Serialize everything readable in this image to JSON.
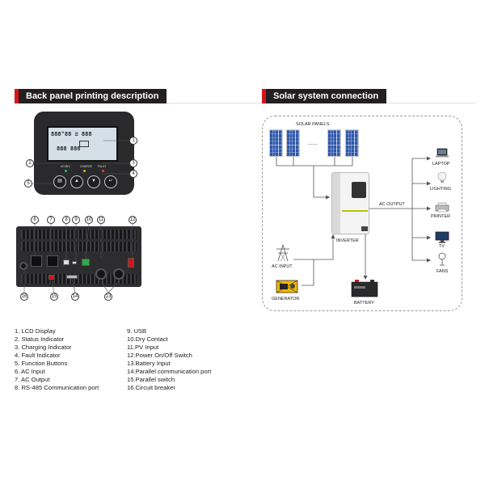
{
  "left_section": {
    "title": "Back panel printing description"
  },
  "right_section": {
    "title": "Solar system connection"
  },
  "front_panel": {
    "lcd": {
      "line1": "888°88 ≡ 888",
      "line2": "888 888"
    },
    "indicators": [
      {
        "label": "AC/INV",
        "color": "#22c55e"
      },
      {
        "label": "CHARGE",
        "color": "#eab308"
      },
      {
        "label": "FAULT",
        "color": "#ef4444"
      }
    ],
    "buttons": [
      "▤",
      "▲",
      "▼",
      "↵"
    ]
  },
  "callouts": [
    "1",
    "2",
    "3",
    "4",
    "5",
    "6",
    "7",
    "8",
    "9",
    "10",
    "11",
    "12",
    "13",
    "14",
    "15",
    "16"
  ],
  "legend": {
    "col1": [
      "1.  LCD Display",
      "2.  Status Indicator",
      "3.  Charging Indicator",
      "4.  Fault Indicator",
      "5.  Function Buttons",
      "6.  AC Input",
      "7.  AC Output",
      "8.  RS-485 Communication port"
    ],
    "col2": [
      "9.  USB",
      "10.Dry Contact",
      "11.PV Input",
      "12.Power On/Off Switch",
      "13.Battery Input",
      "14.Parallel communication port",
      "15.Parallel switch",
      "16.Circuit breaker"
    ]
  },
  "system": {
    "solar_panels_label": "SOLAR PANELS",
    "dots": "......",
    "inverter_label": "INVERTER",
    "ac_output_label": "AC OUTPUT",
    "ac_input_label": "AC INPUT",
    "generator_label": "GENERATOR",
    "battery_label": "BATTERY",
    "loads": [
      "LAPTOP",
      "LIGHTING",
      "PRINTER",
      "TV",
      "FANS"
    ],
    "colors": {
      "panel": "#2f55a7",
      "brand_red": "#d7141a",
      "generator": "#f2b705",
      "wire": "#555555"
    }
  }
}
